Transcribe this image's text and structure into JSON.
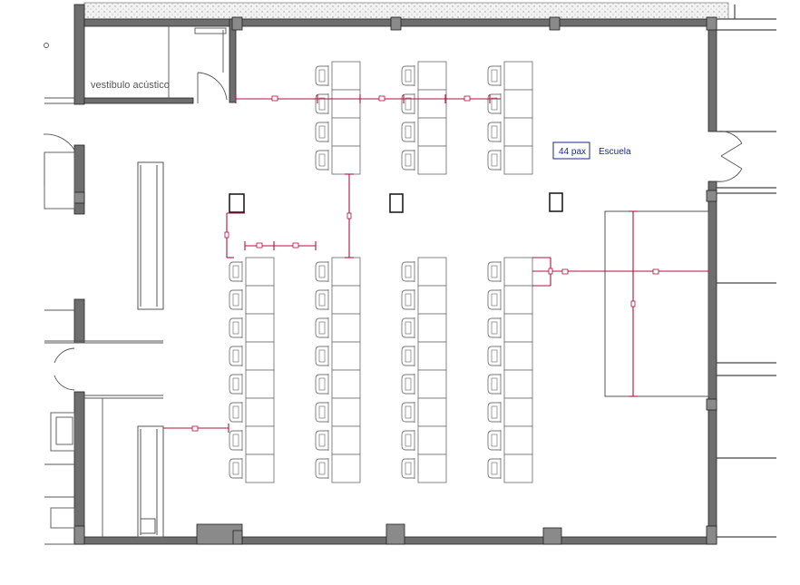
{
  "room_labels": {
    "vestibule": "vestibulo acústico",
    "capacity": "44 pax",
    "layout_type": "Escuela"
  },
  "colors": {
    "wall": "#6e6e6e",
    "wall_outline": "#222222",
    "furniture": "#777777",
    "dimension": "#b0103c",
    "text_blue": "#1a2a8a",
    "hatch": "#9a9a9a"
  },
  "layout": {
    "top_block_rows": 4,
    "bottom_block_rows": 8,
    "top_block_columns": 3,
    "bottom_block_columns": 4
  }
}
